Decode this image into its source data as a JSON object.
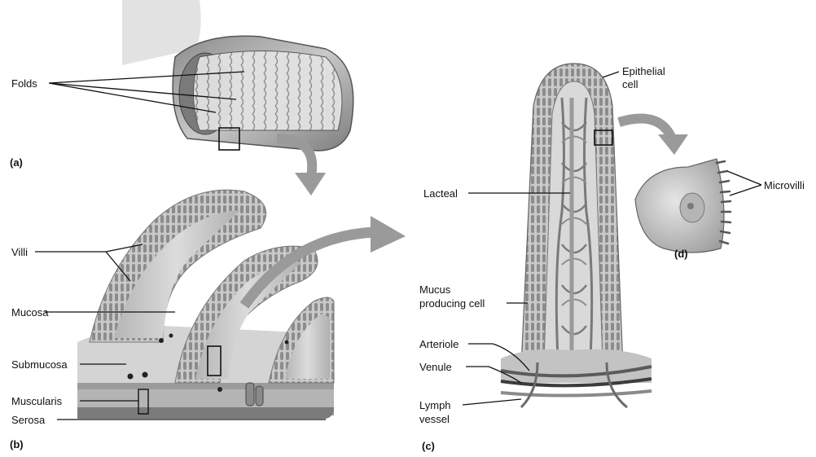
{
  "labels": {
    "folds": "Folds",
    "villi": "Villi",
    "mucosa": "Mucosa",
    "submucosa": "Submucosa",
    "muscularis": "Muscularis",
    "serosa": "Serosa",
    "epithelial_cell_1": "Epithelial",
    "epithelial_cell_2": "cell",
    "lacteal": "Lacteal",
    "mucus_cell_1": "Mucus",
    "mucus_cell_2": "producing cell",
    "arteriole": "Arteriole",
    "venule": "Venule",
    "lymph_vessel_1": "Lymph",
    "lymph_vessel_2": "vessel",
    "microvilli": "Microvilli"
  },
  "panels": {
    "a": "(a)",
    "b": "(b)",
    "c": "(c)",
    "d": "(d)"
  },
  "colors": {
    "tissue_light": "#d8d8d8",
    "tissue_mid": "#a9a9a9",
    "tissue_dark": "#6e6e6e",
    "arrow": "#9a9a9a",
    "line": "#111111"
  }
}
